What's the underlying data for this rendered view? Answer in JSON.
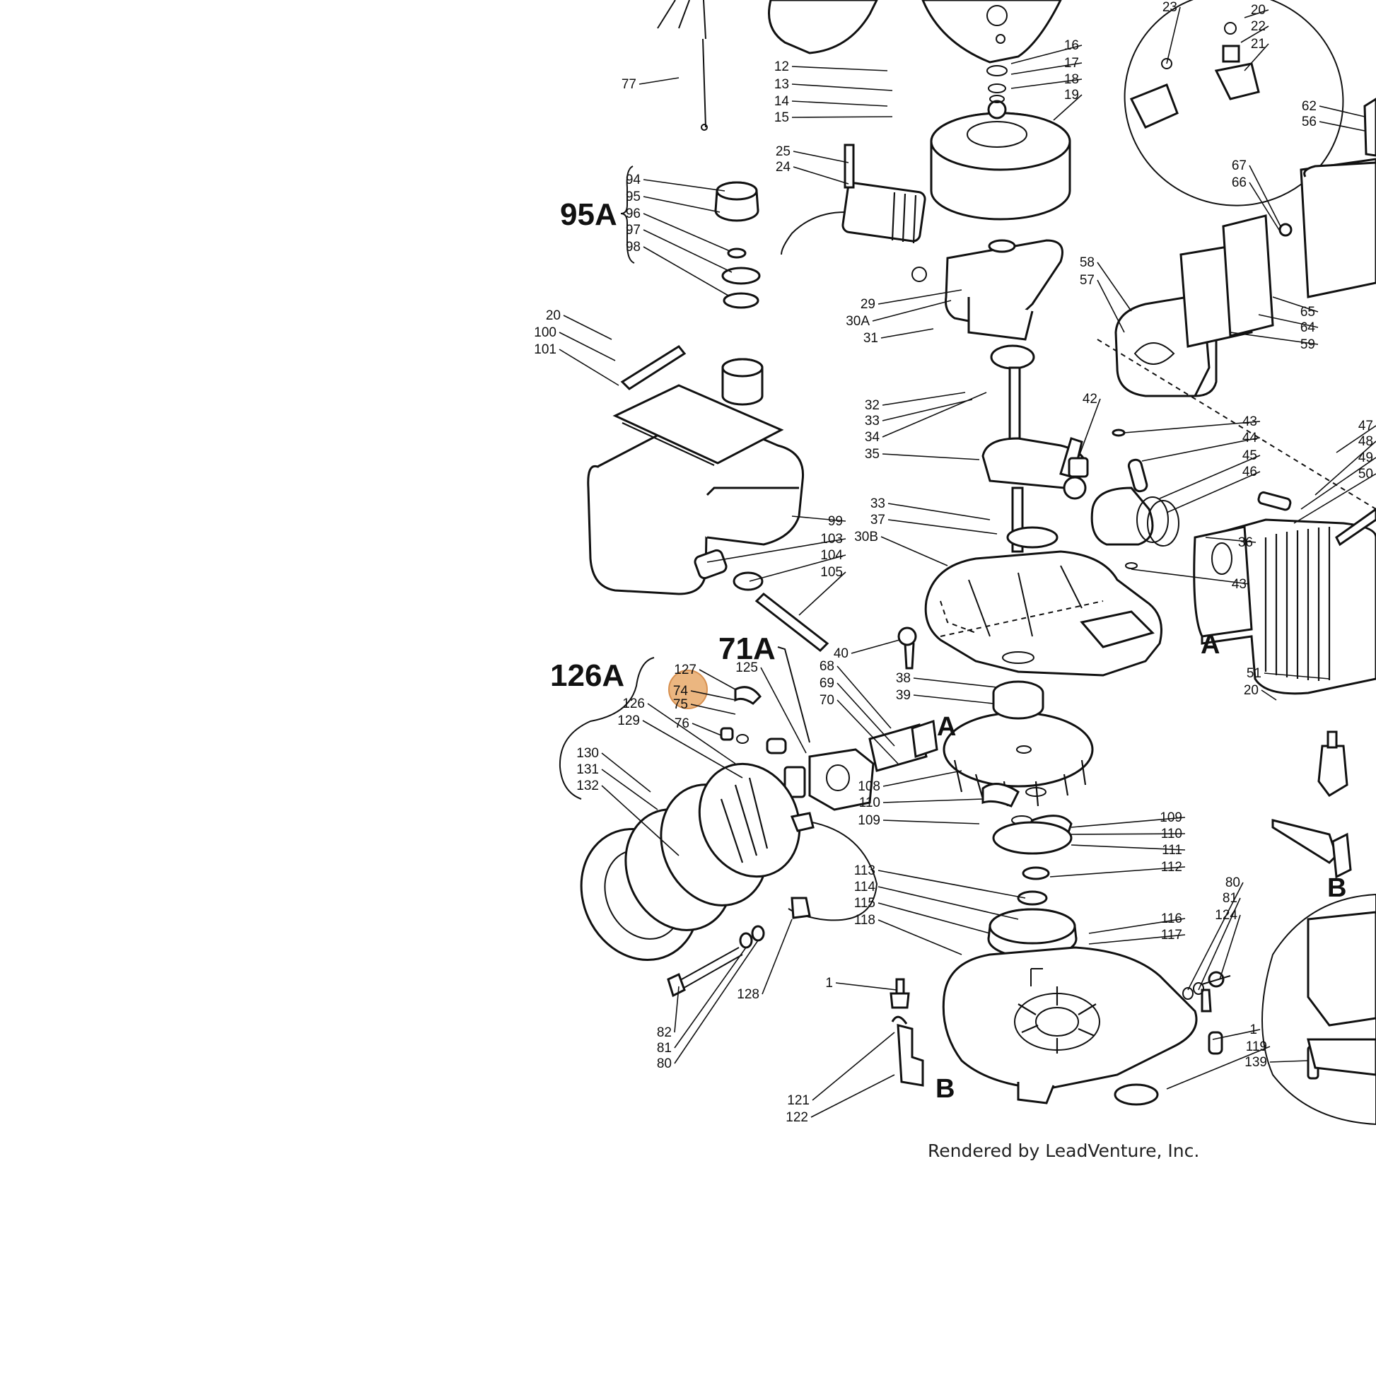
{
  "diagram": {
    "credit": "Rendered by LeadVenture, Inc.",
    "highlight_color": "#e8a96a",
    "highlighted_part": "74",
    "group_labels": [
      "95A",
      "71A",
      "126A"
    ],
    "reference_markers": [
      "A",
      "A",
      "B",
      "B"
    ],
    "part_labels": [
      "77",
      "12",
      "13",
      "14",
      "15",
      "16",
      "17",
      "18",
      "19",
      "23",
      "20",
      "22",
      "21",
      "25",
      "24",
      "94",
      "95",
      "96",
      "97",
      "98",
      "62",
      "56",
      "67",
      "66",
      "58",
      "57",
      "65",
      "64",
      "59",
      "20",
      "100",
      "101",
      "29",
      "30A",
      "31",
      "32",
      "33",
      "34",
      "35",
      "42",
      "43",
      "44",
      "45",
      "46",
      "47",
      "48",
      "49",
      "50",
      "99",
      "103",
      "104",
      "105",
      "33",
      "37",
      "30B",
      "36",
      "43",
      "40",
      "127",
      "74",
      "75",
      "76",
      "126",
      "129",
      "125",
      "68",
      "69",
      "70",
      "38",
      "39",
      "51",
      "20",
      "130",
      "131",
      "132",
      "108",
      "110",
      "109",
      "109",
      "110",
      "111",
      "112",
      "113",
      "114",
      "115",
      "118",
      "116",
      "117",
      "80",
      "81",
      "124",
      "1",
      "82",
      "81",
      "80",
      "128",
      "121",
      "122",
      "1",
      "119",
      "139"
    ]
  }
}
